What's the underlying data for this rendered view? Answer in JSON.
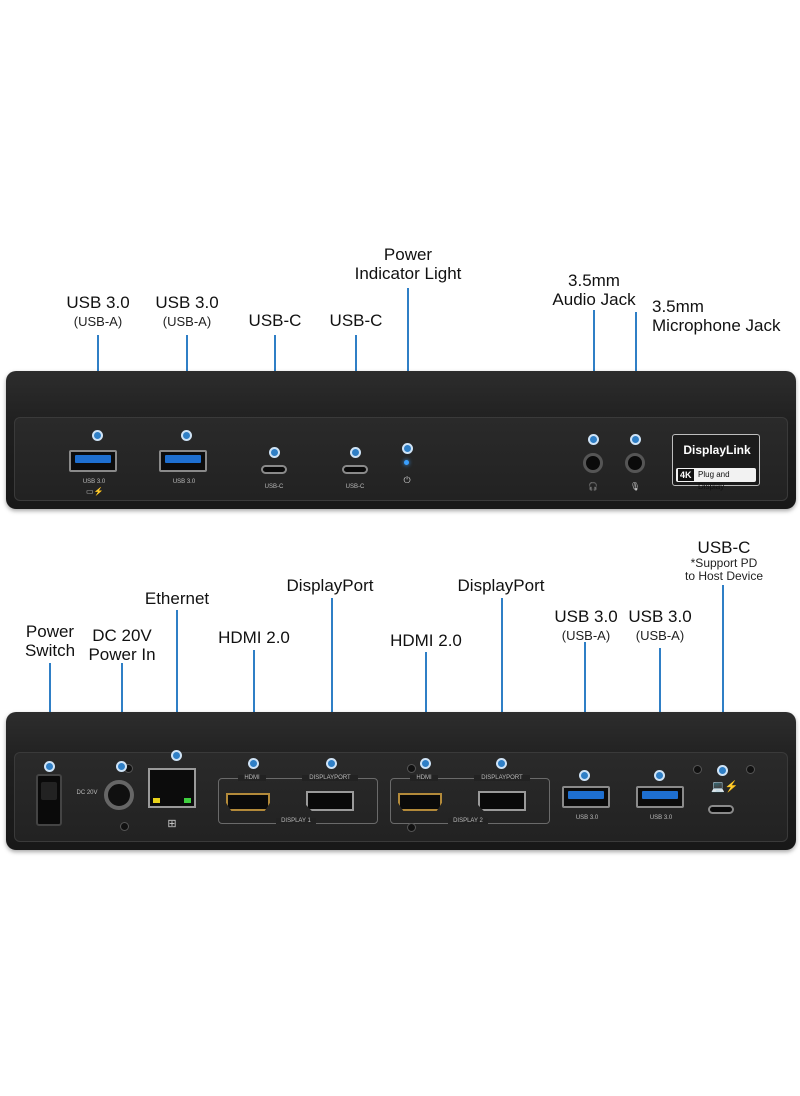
{
  "front": {
    "labels": {
      "usb3_1": {
        "title": "USB 3.0",
        "sub": "(USB-A)"
      },
      "usb3_2": {
        "title": "USB 3.0",
        "sub": "(USB-A)"
      },
      "usbc_1": {
        "title": "USB-C"
      },
      "usbc_2": {
        "title": "USB-C"
      },
      "power_light": {
        "line1": "Power",
        "line2": "Indicator Light"
      },
      "audio": {
        "line1": "3.5mm",
        "line2": "Audio Jack"
      },
      "mic": {
        "line1": "3.5mm",
        "line2": "Microphone Jack"
      }
    },
    "port_text": {
      "usb3_1": "USB 3.0",
      "usb3_2": "USB 3.0",
      "usbc_1": "USB-C",
      "usbc_2": "USB-C"
    },
    "badge": {
      "brand": "DisplayLink",
      "tag": "4K",
      "subtitle": "Plug and Display"
    }
  },
  "back": {
    "labels": {
      "power_switch": {
        "line1": "Power",
        "line2": "Switch"
      },
      "dc": {
        "line1": "DC 20V",
        "line2": "Power In"
      },
      "ethernet": {
        "title": "Ethernet"
      },
      "hdmi_1": {
        "title": "HDMI 2.0"
      },
      "dp_1": {
        "title": "DisplayPort"
      },
      "hdmi_2": {
        "title": "HDMI 2.0"
      },
      "dp_2": {
        "title": "DisplayPort"
      },
      "usb3_1": {
        "title": "USB 3.0",
        "sub": "(USB-A)"
      },
      "usb3_2": {
        "title": "USB 3.0",
        "sub": "(USB-A)"
      },
      "usbc": {
        "title": "USB-C",
        "note1": "*Support PD",
        "note2": "to Host Device"
      }
    },
    "port_text": {
      "dc": "DC 20V",
      "hdmi": "HDMI",
      "displayport": "DISPLAYPORT",
      "display1": "DISPLAY 1",
      "display2": "DISPLAY 2",
      "usb3": "USB 3.0"
    }
  },
  "colors": {
    "accent": "#2f7fc6",
    "usb_blue": "#1e6fd0",
    "dock": "#1f1f1f"
  }
}
